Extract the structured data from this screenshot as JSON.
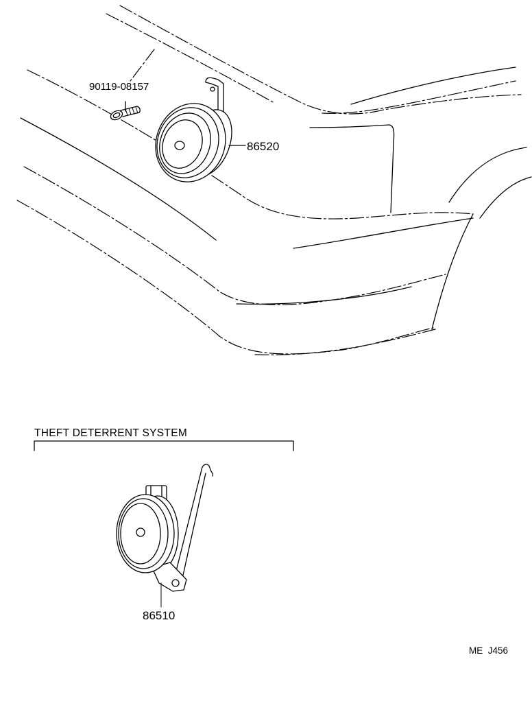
{
  "parts": {
    "bolt_label": "90119-08157",
    "horn_label": "86520",
    "theft_horn_label": "86510"
  },
  "section_title": "THEFT DETERRENT SYSTEM",
  "diagram_code": "ME  J456",
  "icons": [
    "bolt-icon",
    "horn-icon",
    "theft-horn-icon"
  ]
}
